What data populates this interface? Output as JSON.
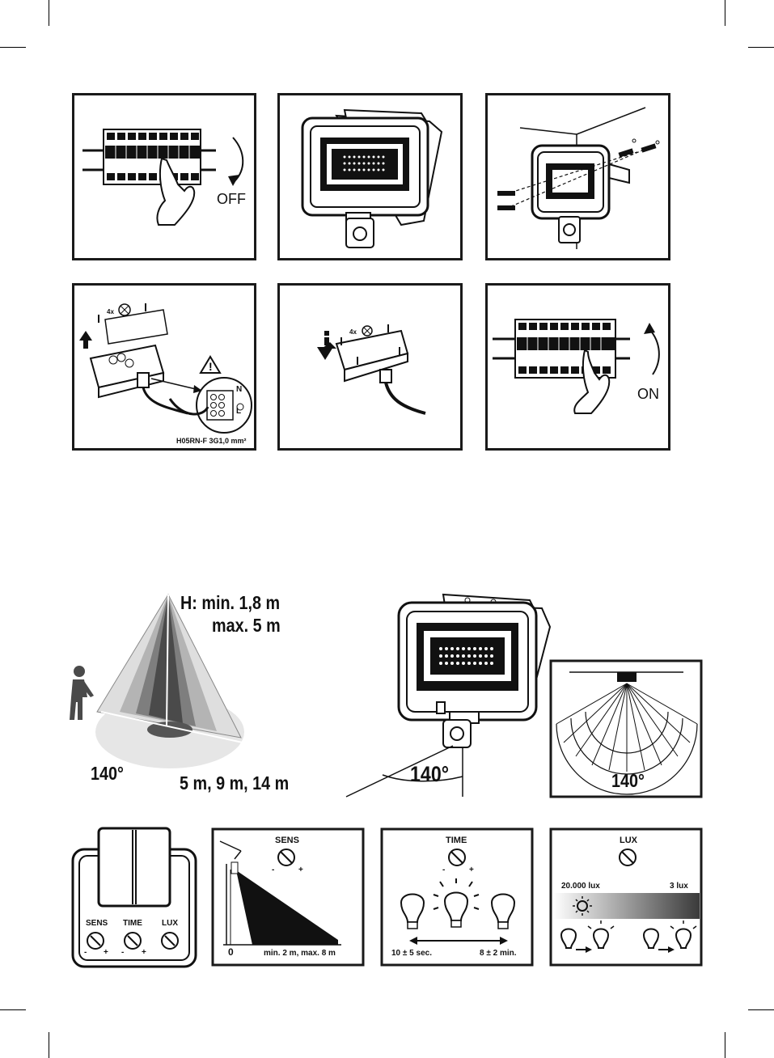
{
  "steps": {
    "off_label": "OFF",
    "on_label": "ON",
    "screws_count": "4x",
    "terminal_n": "N",
    "terminal_l": "L",
    "cable_spec": "H05RN-F 3G1,0 mm²"
  },
  "detection": {
    "height_min": "H: min. 1,8 m",
    "height_max": "max. 5 m",
    "angle_left": "140°",
    "ranges": "5 m, 9 m, 14 m",
    "angle_center": "140°",
    "angle_right": "140°"
  },
  "controls": {
    "knob_sens": "SENS",
    "knob_time": "TIME",
    "knob_lux": "LUX",
    "minus": "-",
    "plus": "+",
    "sens_title": "SENS",
    "sens_zero": "0",
    "sens_range": "min. 2 m, max. 8 m",
    "time_title": "TIME",
    "time_min": "10 ± 5 sec.",
    "time_max": "8 ± 2 min.",
    "lux_title": "LUX",
    "lux_day": "20.000 lux",
    "lux_night": "3 lux"
  }
}
